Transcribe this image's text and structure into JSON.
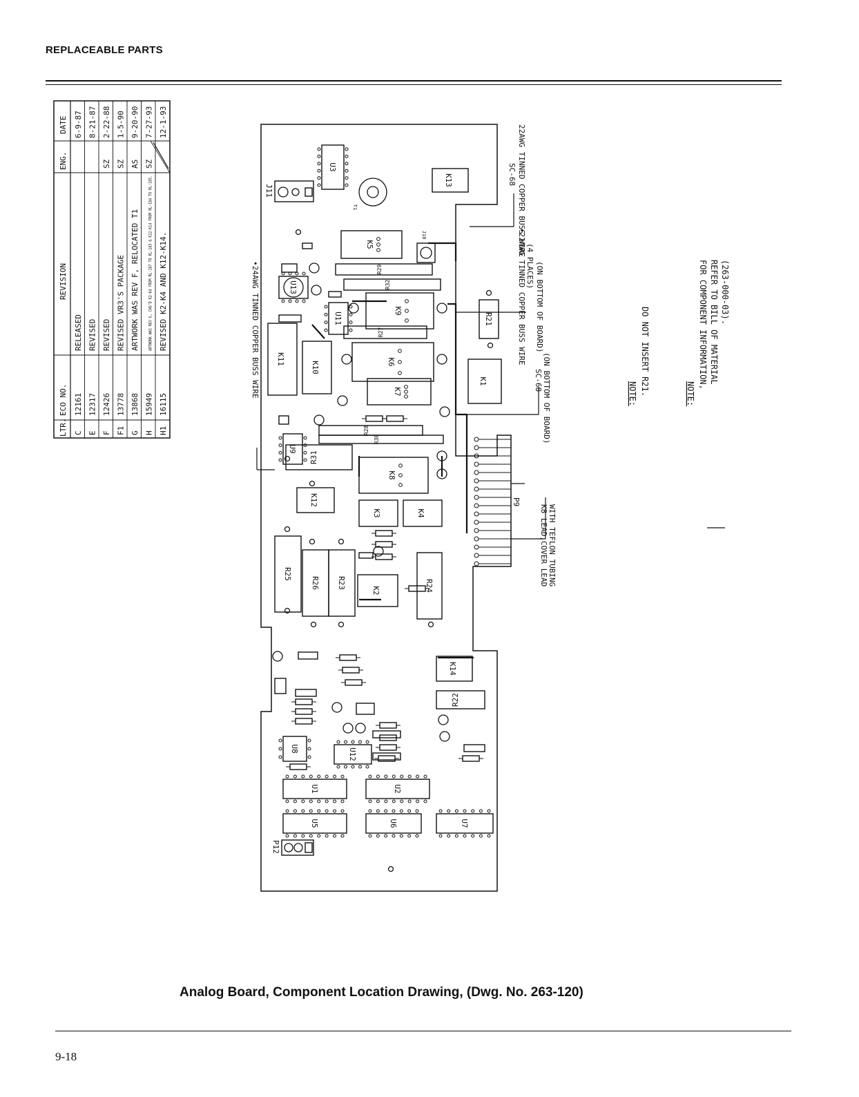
{
  "header": {
    "title": "REPLACEABLE PARTS"
  },
  "revision_table": {
    "columns": [
      "LTR.",
      "ECO NO.",
      "REVISION",
      "ENG.",
      "DATE"
    ],
    "rows": [
      {
        "ltr": "C",
        "eco": "12161",
        "rev": "RELEASED",
        "eng": "",
        "date": "6-9-87"
      },
      {
        "ltr": "E",
        "eco": "12317",
        "rev": "REVISED",
        "eng": "",
        "date": "8-21-87"
      },
      {
        "ltr": "F",
        "eco": "12426",
        "rev": "REVISED",
        "eng": "SZ",
        "date": "2-22-88"
      },
      {
        "ltr": "F1",
        "eco": "13778",
        "rev": "REVISED VR3'S PACKAGE",
        "eng": "SZ",
        "date": "1-5-90"
      },
      {
        "ltr": "G",
        "eco": "13868",
        "rev": "ARTWORK WAS REV F, RELOCATED T1",
        "eng": "AS",
        "date": "9-20-90"
      },
      {
        "ltr": "H",
        "eco": "15949",
        "rev": "ARTWORK WAS REV G, CHG'D K2-K4 FROM RL-187 TO RL-183 & K12-K14 FROM RL-184 TO RL-185.",
        "eng": "SZ",
        "date": "7-27-93"
      },
      {
        "ltr": "H1",
        "eco": "16115",
        "rev": "REVISED K2-K4 AND K12-K14.",
        "eng": "",
        "date": "12-1-93"
      }
    ]
  },
  "callouts": {
    "sc68_top": "SC-68",
    "wire22_top": "22AWG TINNED COPPER BUSS WIRE",
    "wire22": "•22AWG TINNED COPPER BUSS WIRE",
    "four_places": "(4 PLACES)",
    "on_bottom": "(ON BOTTOM OF BOARD)",
    "sc68_mid": "SC-68",
    "sc68_mid_note": "(ON BOTTOM OF BOARD)",
    "wire24": "•24AWG TINNED COPPER BUSS WIRE",
    "p9": "P9",
    "k8_lead_1": "K8 LEAD,COVER LEAD",
    "k8_lead_2": "WITH TEFLON TUBING"
  },
  "notes": [
    {
      "heading": "NOTE:",
      "lines": [
        "DO NOT INSERT R21."
      ]
    },
    {
      "heading": "NOTE:",
      "lines": [
        "FOR COMPONENT INFORMATION,",
        "REFER TO BILL OF MATERIAL",
        "(263-000-03)."
      ]
    }
  ],
  "board_labels": {
    "relays": [
      "K1",
      "K2",
      "K3",
      "K4",
      "K5",
      "K6",
      "K7",
      "K8",
      "K9",
      "K10",
      "K11",
      "K12",
      "K13",
      "K14"
    ],
    "ics": [
      "U1",
      "U2",
      "U3",
      "U5",
      "U6",
      "U7",
      "U8",
      "U9",
      "U11",
      "U12",
      "U13"
    ],
    "large_resistors": [
      "R21",
      "R22",
      "R23",
      "R24",
      "R25",
      "R26",
      "R27",
      "R28",
      "R29",
      "R30",
      "R31",
      "R32",
      "R33"
    ],
    "connectors": [
      "J11",
      "J10",
      "P12",
      "T1"
    ]
  },
  "caption": "Analog Board, Component Location Drawing, (Dwg. No. 263-120)",
  "page_number": "9-18"
}
